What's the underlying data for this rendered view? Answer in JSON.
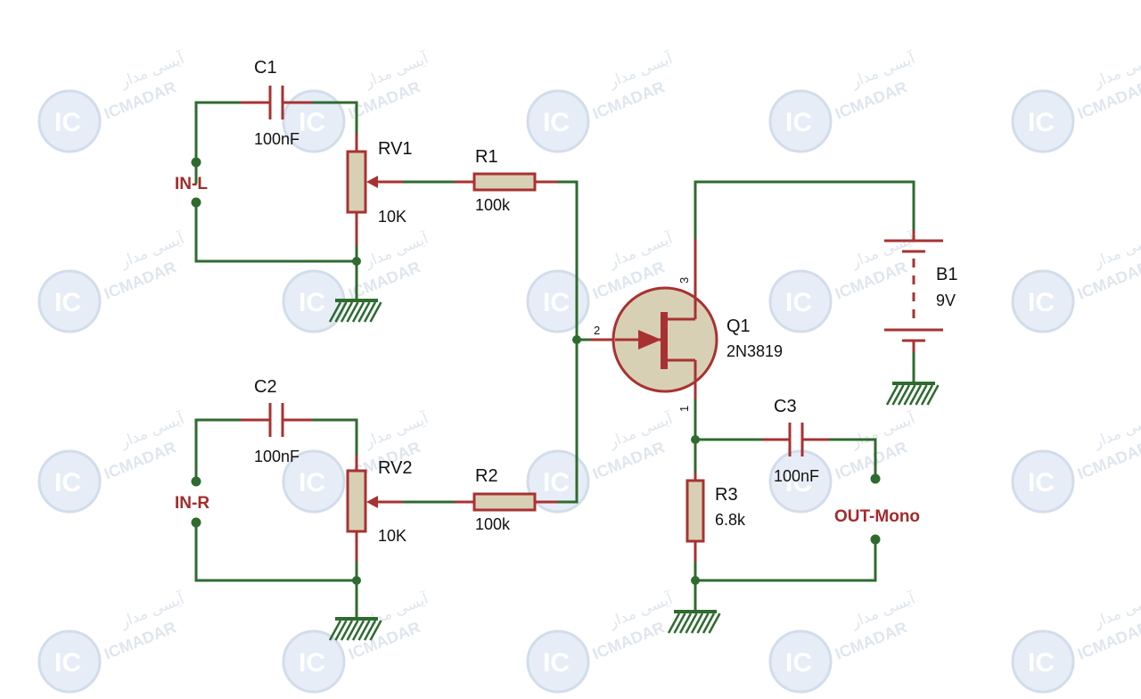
{
  "watermark": {
    "brand": "ICMADAR",
    "brand_fa": "آیسی مدار",
    "logo": "IC"
  },
  "components": {
    "C1": {
      "ref": "C1",
      "value": "100nF"
    },
    "C2": {
      "ref": "C2",
      "value": "100nF"
    },
    "C3": {
      "ref": "C3",
      "value": "100nF"
    },
    "RV1": {
      "ref": "RV1",
      "value": "10K"
    },
    "RV2": {
      "ref": "RV2",
      "value": "10K"
    },
    "R1": {
      "ref": "R1",
      "value": "100k"
    },
    "R2": {
      "ref": "R2",
      "value": "100k"
    },
    "R3": {
      "ref": "R3",
      "value": "6.8k"
    },
    "Q1": {
      "ref": "Q1",
      "value": "2N3819",
      "pin_gate": "2",
      "pin_drain": "3",
      "pin_source": "1"
    },
    "B1": {
      "ref": "B1",
      "value": "9V"
    }
  },
  "ports": {
    "in_l": "IN-L",
    "in_r": "IN-R",
    "out": "OUT-Mono"
  },
  "colors": {
    "wire": "#2f6b2f",
    "component": "#a83232",
    "fill": "#d8d0b4",
    "port": "#a42b2b"
  }
}
